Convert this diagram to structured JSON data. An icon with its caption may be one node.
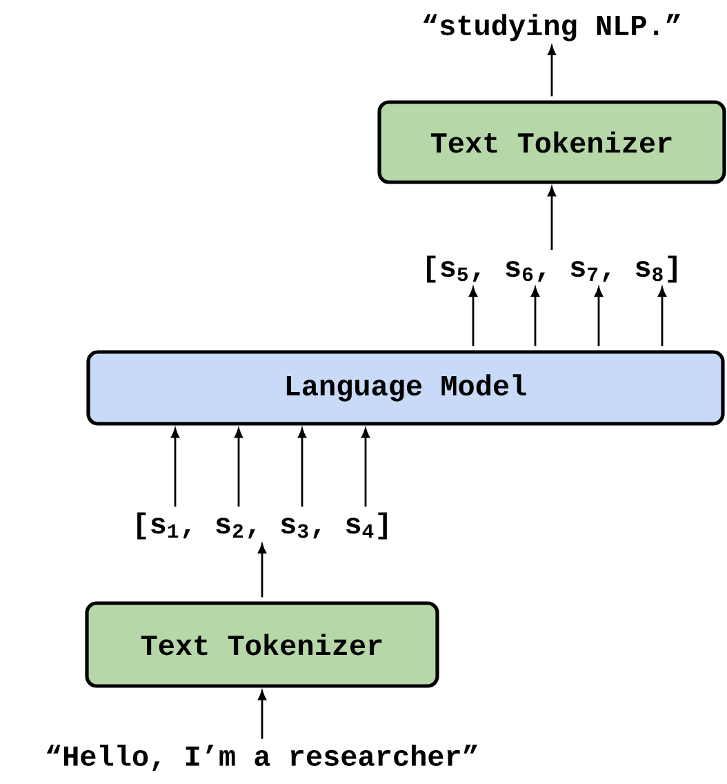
{
  "diagram": {
    "nodes": [
      {
        "text": [
          "“studying NLP.”"
        ]
      },
      {
        "text": [
          "Text Tokenizer"
        ]
      },
      {
        "text": [
          "[s$_{5}$, s$_{6}$, s$_{7}$, s$_{8}$]"
        ]
      },
      {
        "text": [
          "Language Model"
        ]
      },
      {
        "text": [
          "[s$_{1}$, s$_{2}$, s$_{3}$, s$_{4}$]"
        ]
      },
      {
        "text": [
          "Text Tokenizer"
        ]
      },
      {
        "text": [
          "“Hello, I’m a researcher”"
        ]
      }
    ],
    "edges": [
      {
        "from": 6,
        "to": 5,
        "arrow": "to"
      },
      {
        "from": 5,
        "to": 4,
        "arrow": "to"
      },
      {
        "from": 4,
        "to": 3,
        "arrow": "to"
      },
      {
        "from": 4,
        "to": 3,
        "arrow": "to"
      },
      {
        "from": 4,
        "to": 3,
        "arrow": "to"
      },
      {
        "from": 4,
        "to": 3,
        "arrow": "to"
      },
      {
        "from": 3,
        "to": 2,
        "arrow": "to"
      },
      {
        "from": 3,
        "to": 2,
        "arrow": "to"
      },
      {
        "from": 3,
        "to": 2,
        "arrow": "to"
      },
      {
        "from": 3,
        "to": 2,
        "arrow": "to"
      },
      {
        "from": 2,
        "to": 1,
        "arrow": "to"
      },
      {
        "from": 1,
        "to": 0,
        "arrow": "to"
      }
    ]
  }
}
